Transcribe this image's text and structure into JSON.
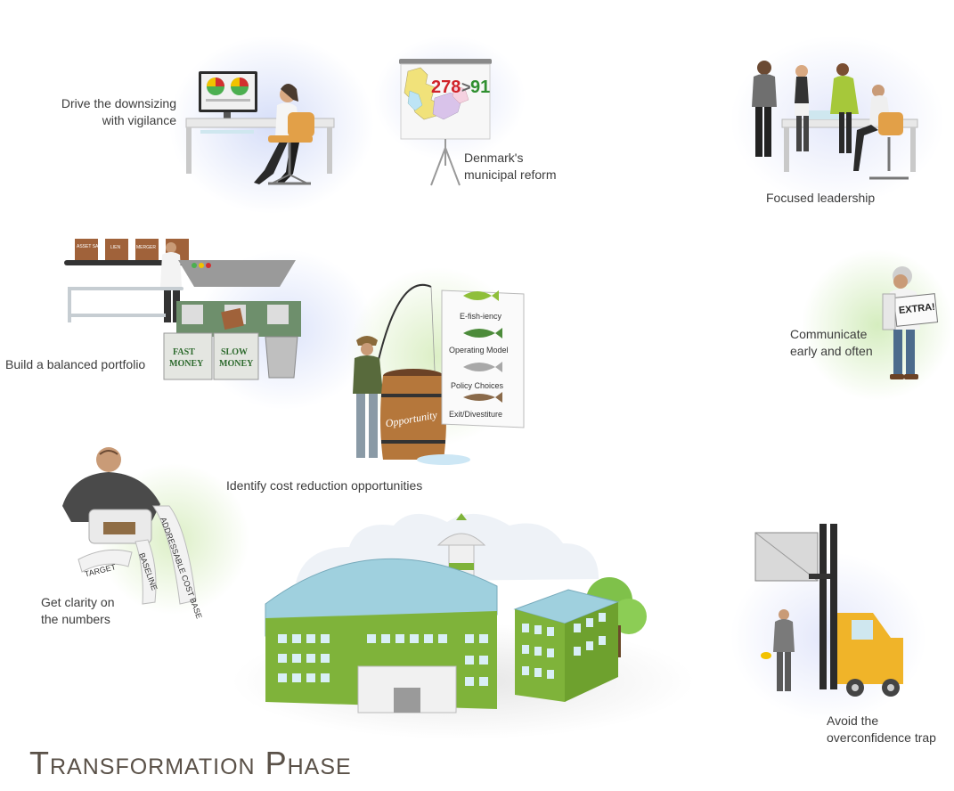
{
  "title": "Transformation Phase",
  "colors": {
    "building_green": "#7fb33a",
    "roof_blue": "#9fd0de",
    "glow_blue": "#d9e1f7",
    "glow_green": "#dcefc6",
    "title": "#5a5148"
  },
  "scenes": {
    "downsizing": {
      "line1": "Drive the downsizing",
      "line2": "with vigilance"
    },
    "denmark": {
      "line1": "Denmark's",
      "line2": "municipal reform",
      "from": "278",
      "arrow": ">",
      "to": "91"
    },
    "leadership": {
      "line1": "Focused leadership"
    },
    "portfolio": {
      "line1": "Build a balanced portfolio",
      "box_fast_1": "FAST",
      "box_fast_2": "MONEY",
      "box_slow_1": "SLOW",
      "box_slow_2": "MONEY",
      "crate1": "ASSET SALE",
      "crate2": "LIEN",
      "crate3": "MERGER"
    },
    "communicate": {
      "line1": "Communicate",
      "line2": "early and often",
      "paper": "EXTRA!"
    },
    "cost": {
      "line1": "Identify cost reduction opportunities",
      "barrel": "Opportunity",
      "fish": [
        "E-fish-iency",
        "Operating Model",
        "Policy Choices",
        "Exit/Divestiture"
      ]
    },
    "numbers": {
      "line1": "Get clarity on",
      "line2": "the numbers",
      "tape1": "TARGET",
      "tape2": "BASELINE",
      "tape3": "ADDRESSABLE COST BASE"
    },
    "overconfidence": {
      "line1": "Avoid the",
      "line2": "overconfidence trap"
    }
  }
}
